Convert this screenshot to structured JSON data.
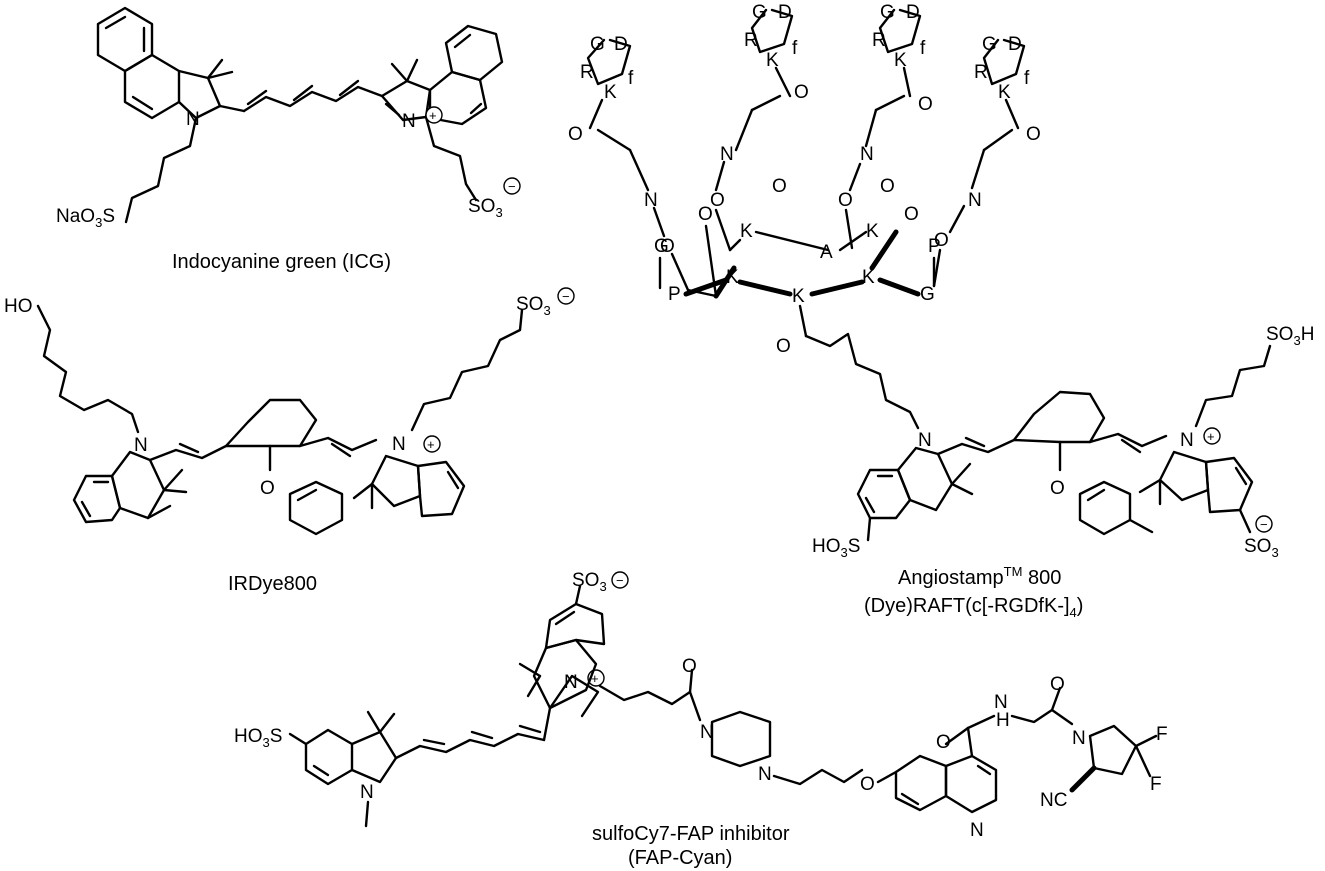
{
  "structures": {
    "icg": {
      "name": "Indocyanine green (ICG)",
      "labels": {
        "n1": "N",
        "n2": "N",
        "plus": "+",
        "na_so3_na": "NaO",
        "na_so3_sub": "3",
        "na_so3_s": "S",
        "so3": "SO",
        "so3_sub": "3",
        "minus": "−"
      }
    },
    "irdye": {
      "name": "IRDye800",
      "labels": {
        "ho": "HO",
        "n1": "N",
        "n2": "N",
        "plus": "+",
        "o": "O",
        "so3": "SO",
        "so3_sub": "3",
        "minus": "−"
      }
    },
    "angiostamp": {
      "name_main": "Angiostamp",
      "name_sup": "TM",
      "name_tail": " 800",
      "subtitle_a": "(Dye)RAFT(c[-RGDfK-]",
      "subtitle_sub": "4",
      "subtitle_b": ")",
      "labels": {
        "K": "K",
        "A": "A",
        "P": "P",
        "G": "G",
        "R": "R",
        "D": "D",
        "f": "f",
        "O": "O",
        "N": "N",
        "so3h": "SO",
        "so3h_sub": "3",
        "so3h_h": "H",
        "ho3s": "HO",
        "ho3s_sub": "3",
        "ho3s_s": "S",
        "so3": "SO",
        "so3_sub": "3",
        "minus": "−",
        "plus": "+"
      }
    },
    "fapcyan": {
      "name": "sulfoCy7-FAP inhibitor",
      "subtitle": "(FAP-Cyan)",
      "labels": {
        "ho3s": "HO",
        "ho3s_sub": "3",
        "ho3s_s": "S",
        "so3": "SO",
        "so3_sub": "3",
        "minus": "−",
        "plus": "+",
        "N": "N",
        "O": "O",
        "H": "H",
        "F": "F",
        "CN": "NC"
      }
    }
  }
}
